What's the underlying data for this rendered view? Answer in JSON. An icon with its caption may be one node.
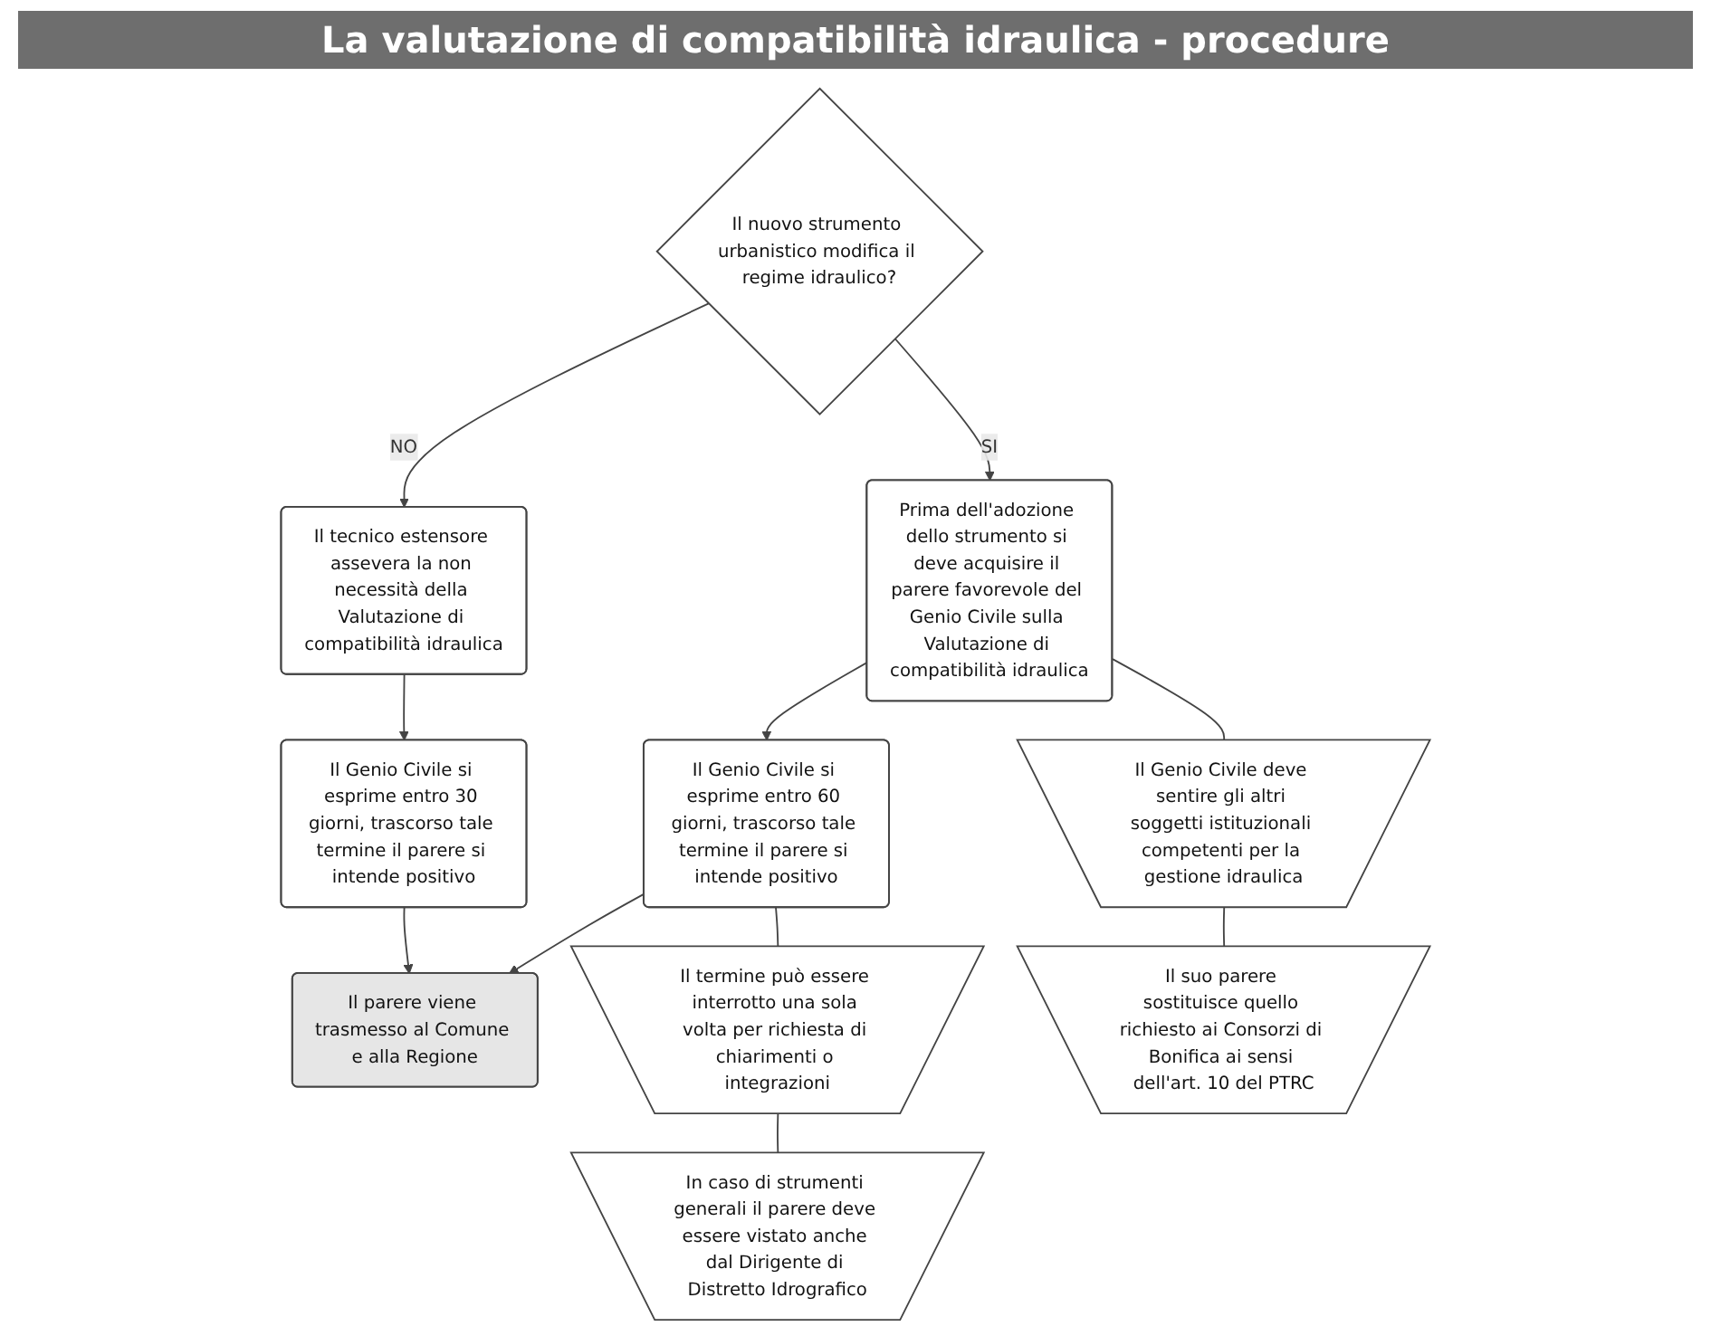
{
  "diagram": {
    "title": "La valutazione di compatibilità idraulica - procedure",
    "nodes": [
      {
        "text": [
          "Il nuovo strumento urbanistico modifica il regime idraulico?"
        ]
      },
      {
        "text": [
          "Il tecnico estensore assevera la non necessità della Valutazione di compatibilità idraulica"
        ]
      },
      {
        "text": [
          "Il Genio Civile si esprime entro 30 giorni, trascorso tale termine il parere si intende positivo"
        ]
      },
      {
        "text": [
          "Prima dell'adozione dello strumento si deve acquisire il parere favorevole del Genio Civile sulla Valutazione di compatibilità idraulica"
        ]
      },
      {
        "text": [
          "Il Genio Civile si esprime entro 60 giorni, trascorso tale termine il parere si intende positivo"
        ]
      },
      {
        "text": [
          "Il parere viene trasmesso al Comune e alla Regione"
        ]
      },
      {
        "text": [
          "Il Genio Civile deve sentire gli altri soggetti istituzionali competenti per la gestione idraulica"
        ]
      },
      {
        "text": [
          "Il suo parere sostituisce quello richiesto ai Consorzi di Bonifica ai sensi dell'art. 10 del PTRC"
        ]
      },
      {
        "text": [
          "Il termine può essere interrotto una sola volta per richiesta di chiarimenti o integrazioni"
        ]
      },
      {
        "text": [
          "In caso di strumenti generali il parere deve essere vistato anche dal Dirigente di Distretto Idrografico"
        ]
      }
    ],
    "edges": [
      {
        "from": 0,
        "to": 1,
        "arrow": "to",
        "label": "NO"
      },
      {
        "from": 1,
        "to": 2,
        "arrow": "to"
      },
      {
        "from": 0,
        "to": 3,
        "arrow": "to",
        "label": "SI"
      },
      {
        "from": 3,
        "to": 4,
        "arrow": "to"
      },
      {
        "from": 2,
        "to": 5,
        "arrow": "to"
      },
      {
        "from": 4,
        "to": 5,
        "arrow": "to"
      },
      {
        "from": 3,
        "to": 6,
        "arrow": "none"
      },
      {
        "from": 6,
        "to": 7,
        "arrow": "none"
      },
      {
        "from": 4,
        "to": 8,
        "arrow": "none"
      },
      {
        "from": 8,
        "to": 9,
        "arrow": "none"
      }
    ]
  }
}
